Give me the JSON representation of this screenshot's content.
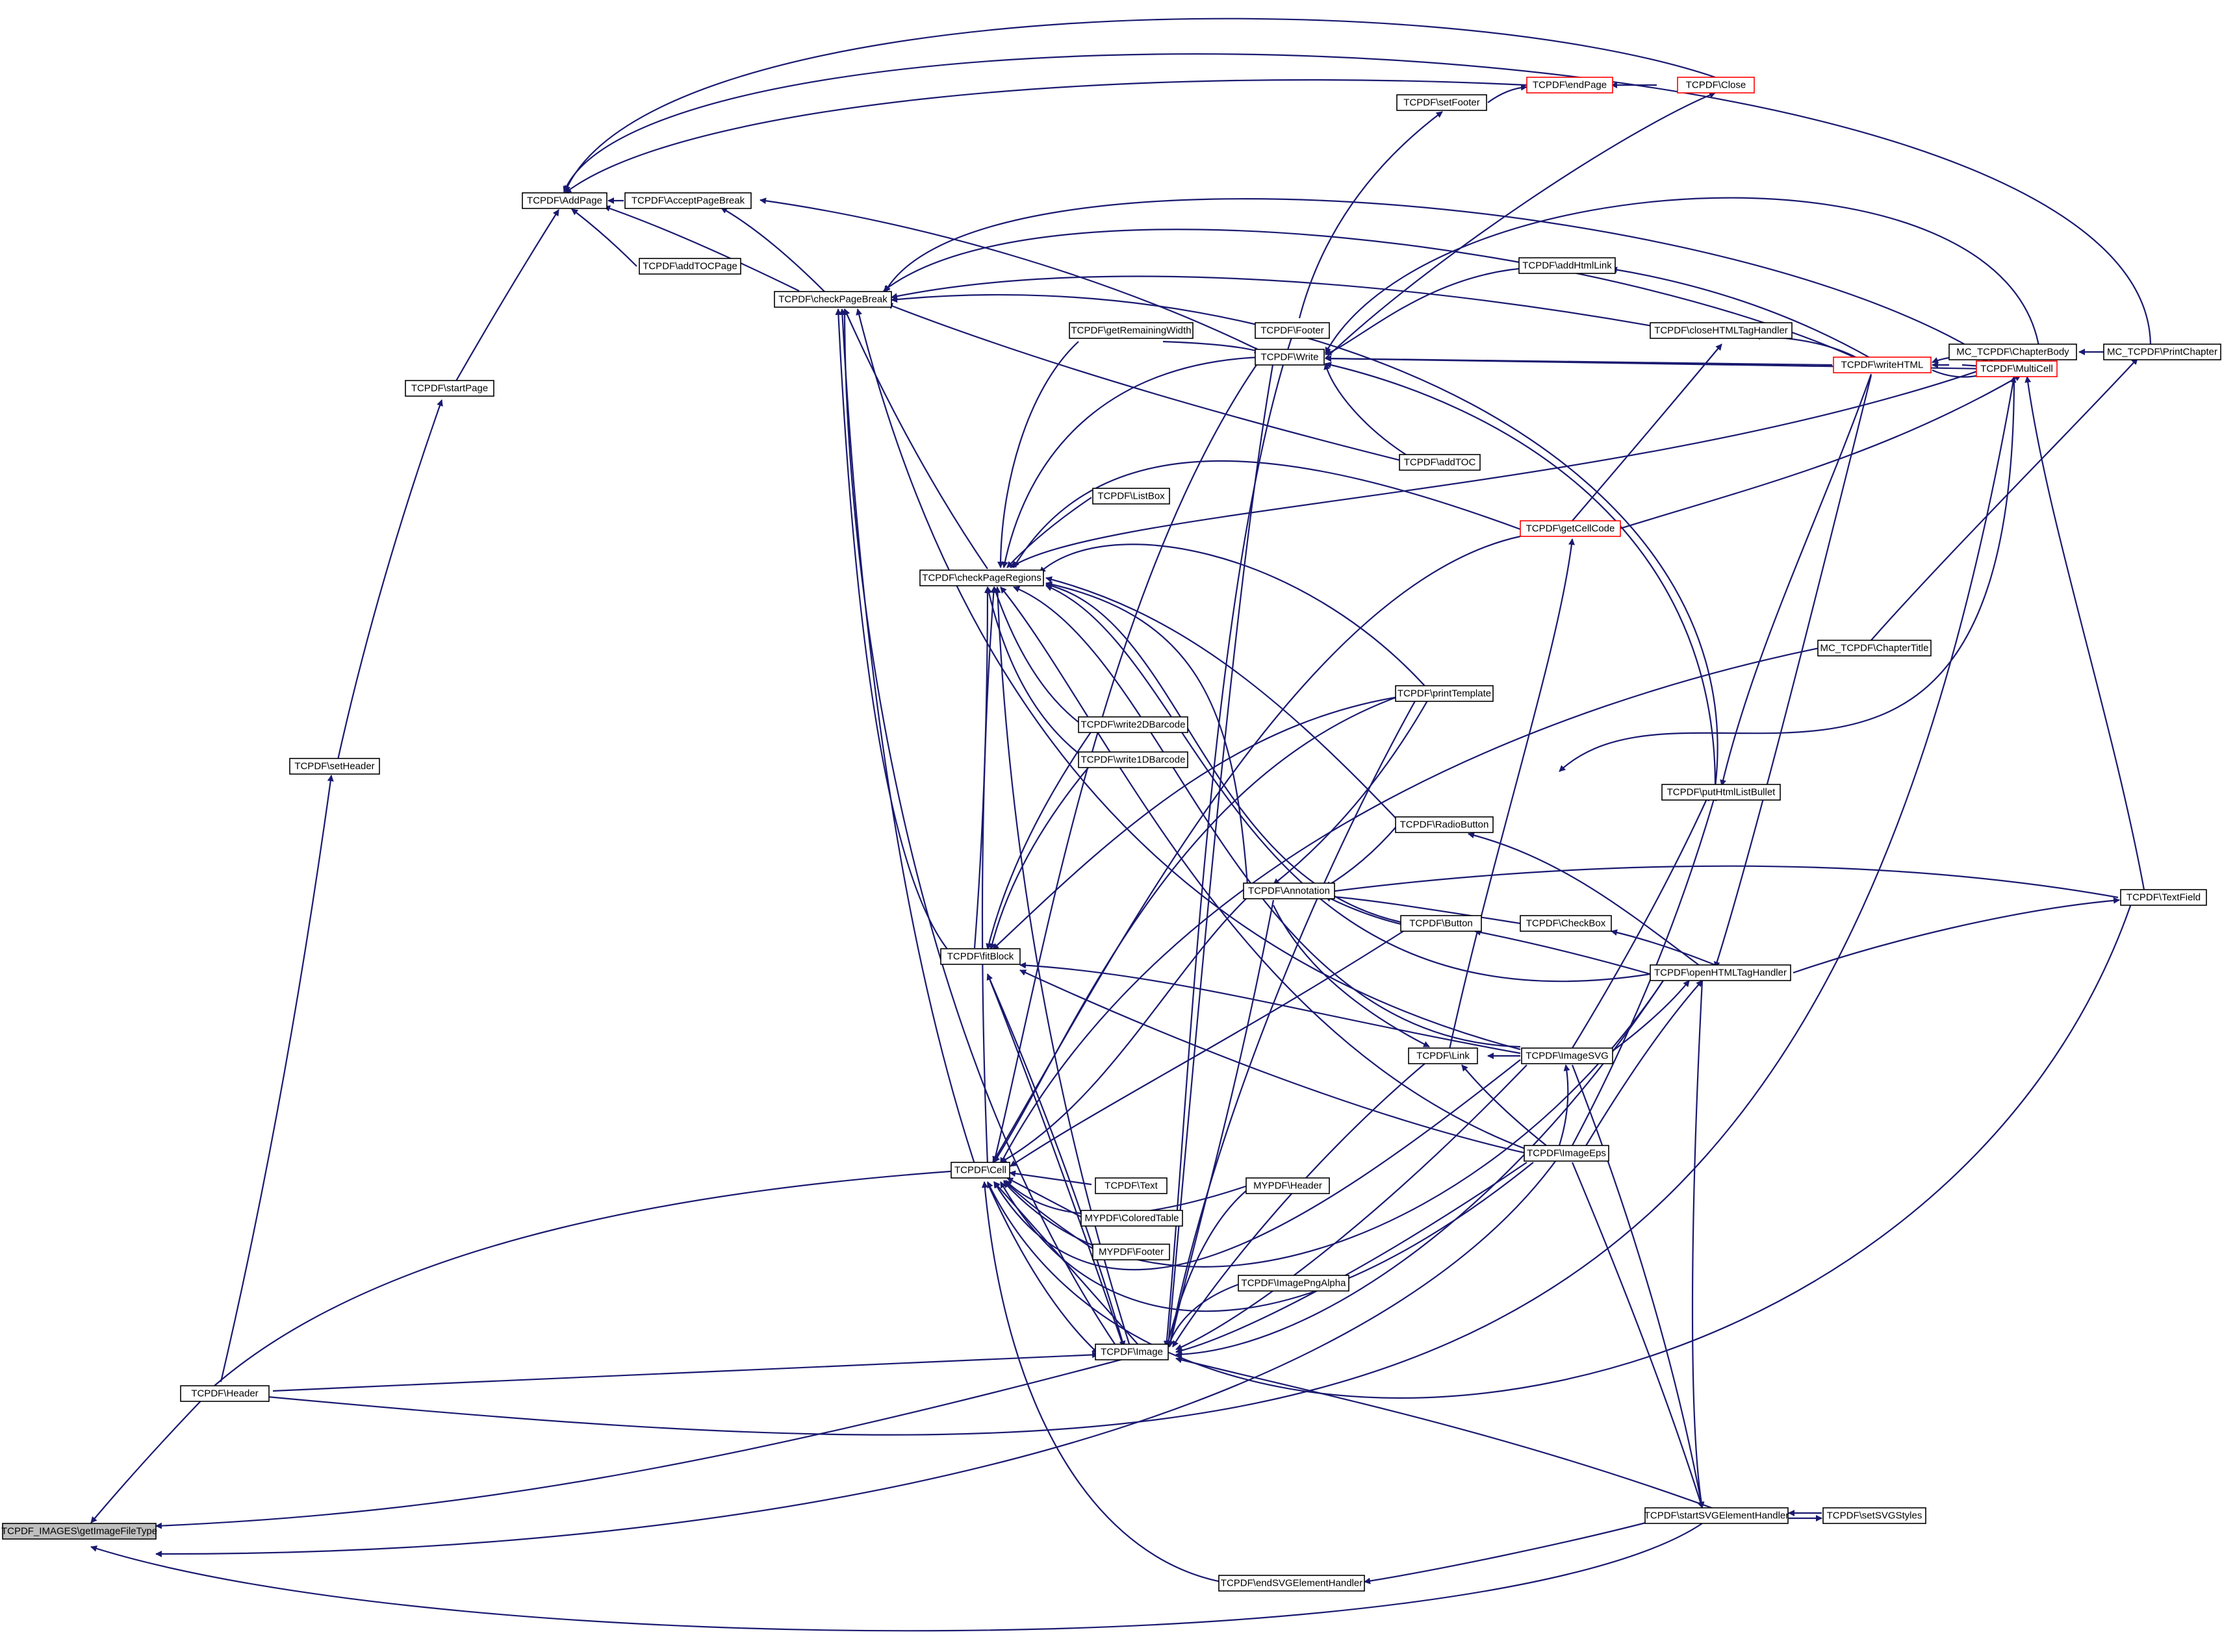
{
  "diagram": {
    "colors": {
      "edge": "#191970",
      "arrowhead": "#191970",
      "node_border": "#000000",
      "node_border_truncated": "#ff0000",
      "root_fill": "#bfbfbf",
      "background": "#ffffff"
    },
    "nodes": {
      "n_getImageFileType": {
        "label": "TCPDF_IMAGES\\getImageFileType",
        "root": true
      },
      "n_Header": {
        "label": "TCPDF\\Header"
      },
      "n_setHeader": {
        "label": "TCPDF\\setHeader"
      },
      "n_startPage": {
        "label": "TCPDF\\startPage"
      },
      "n_AddPage": {
        "label": "TCPDF\\AddPage"
      },
      "n_AcceptPageBreak": {
        "label": "TCPDF\\AcceptPageBreak"
      },
      "n_addTOCPage": {
        "label": "TCPDF\\addTOCPage"
      },
      "n_checkPageBreak": {
        "label": "TCPDF\\checkPageBreak"
      },
      "n_getRemainingWidth": {
        "label": "TCPDF\\getRemainingWidth"
      },
      "n_ListBox": {
        "label": "TCPDF\\ListBox"
      },
      "n_checkPageRegions": {
        "label": "TCPDF\\checkPageRegions"
      },
      "n_write2DBarcode": {
        "label": "TCPDF\\write2DBarcode"
      },
      "n_write1DBarcode": {
        "label": "TCPDF\\write1DBarcode"
      },
      "n_fitBlock": {
        "label": "TCPDF\\fitBlock"
      },
      "n_Cell": {
        "label": "TCPDF\\Cell"
      },
      "n_Text": {
        "label": "TCPDF\\Text"
      },
      "n_MYColoredTable": {
        "label": "MYPDF\\ColoredTable"
      },
      "n_MYFooter": {
        "label": "MYPDF\\Footer"
      },
      "n_MYHeader": {
        "label": "MYPDF\\Header"
      },
      "n_ImagePngAlpha": {
        "label": "TCPDF\\ImagePngAlpha"
      },
      "n_Image": {
        "label": "TCPDF\\Image"
      },
      "n_Footer": {
        "label": "TCPDF\\Footer"
      },
      "n_Write": {
        "label": "TCPDF\\Write"
      },
      "n_addTOC": {
        "label": "TCPDF\\addTOC"
      },
      "n_setFooter": {
        "label": "TCPDF\\setFooter"
      },
      "n_endPage": {
        "label": "TCPDF\\endPage",
        "truncated": true
      },
      "n_Close": {
        "label": "TCPDF\\Close",
        "truncated": true
      },
      "n_addHtmlLink": {
        "label": "TCPDF\\addHtmlLink"
      },
      "n_closeHTMLTagHandler": {
        "label": "TCPDF\\closeHTMLTagHandler"
      },
      "n_getCellCode": {
        "label": "TCPDF\\getCellCode",
        "truncated": true
      },
      "n_printTemplate": {
        "label": "TCPDF\\printTemplate"
      },
      "n_RadioButton": {
        "label": "TCPDF\\RadioButton"
      },
      "n_Annotation": {
        "label": "TCPDF\\Annotation"
      },
      "n_Button": {
        "label": "TCPDF\\Button"
      },
      "n_CheckBox": {
        "label": "TCPDF\\CheckBox"
      },
      "n_Link": {
        "label": "TCPDF\\Link"
      },
      "n_ImageSVG": {
        "label": "TCPDF\\ImageSVG"
      },
      "n_ImageEps": {
        "label": "TCPDF\\ImageEps"
      },
      "n_putHtmlListBullet": {
        "label": "TCPDF\\putHtmlListBullet"
      },
      "n_openHTMLTagHandler": {
        "label": "TCPDF\\openHTMLTagHandler"
      },
      "n_startSVGElementHandler": {
        "label": "TCPDF\\startSVGElementHandler"
      },
      "n_setSVGStyles": {
        "label": "TCPDF\\setSVGStyles"
      },
      "n_endSVGElementHandler": {
        "label": "TCPDF\\endSVGElementHandler"
      },
      "n_writeHTML": {
        "label": "TCPDF\\writeHTML",
        "truncated": true
      },
      "n_MultiCell": {
        "label": "TCPDF\\MultiCell",
        "truncated": true
      },
      "n_ChapterTitle": {
        "label": "MC_TCPDF\\ChapterTitle"
      },
      "n_ChapterBody": {
        "label": "MC_TCPDF\\ChapterBody"
      },
      "n_PrintChapter": {
        "label": "MC_TCPDF\\PrintChapter"
      },
      "n_TextField": {
        "label": "TCPDF\\TextField"
      }
    }
  }
}
